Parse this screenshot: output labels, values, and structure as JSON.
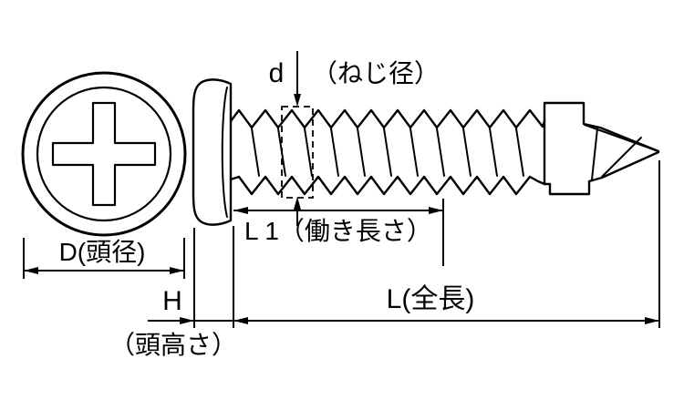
{
  "page": {
    "background": "#ffffff",
    "line_color": "#000000"
  },
  "labels": {
    "thread_diameter_symbol": "d",
    "thread_diameter_caption": "（ねじ径）",
    "head_diameter": "D(頭径)",
    "working_length": "L 1（働き長さ）",
    "head_height_symbol": "H",
    "head_height_caption": "（頭高さ）",
    "total_length": "L(全長)"
  }
}
